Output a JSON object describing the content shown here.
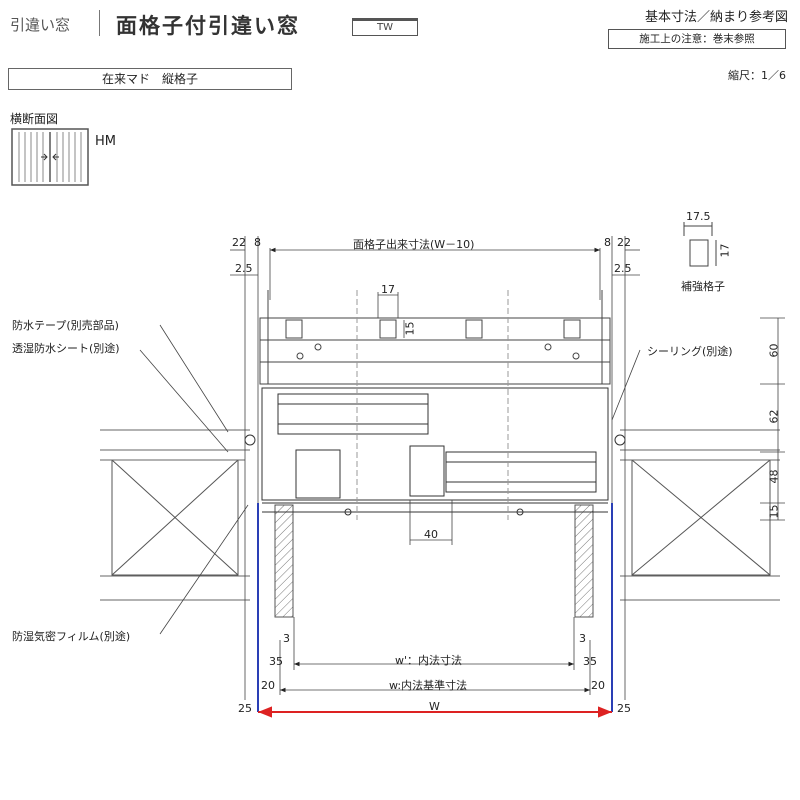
{
  "header": {
    "breadcrumb": "引違い窓",
    "title": "面格子付引違い窓",
    "code": "TW",
    "doc_type": "基本寸法／納まり参考図",
    "note": "施工上の注意：巻末参照",
    "subtitle": "在来マド　縦格子",
    "scale": "縮尺：1／6"
  },
  "section": {
    "label": "横断面図",
    "type": "HM"
  },
  "labels": {
    "waterproof_tape": "防水テープ(別売部品)",
    "moisture_sheet": "透湿防水シート(別途)",
    "sealing": "シーリング(別途)",
    "airtight_film": "防湿気密フィルム(別途)",
    "reinforcing_bar": "補強格子"
  },
  "dimensions": {
    "top_span": "面格子出来寸法(W－10)",
    "left_22": "22",
    "left_8": "8",
    "right_8": "8",
    "right_22": "22",
    "left_2_5": "2.5",
    "right_2_5": "2.5",
    "bar_17": "17",
    "bar_15": "15",
    "rb_17_5": "17.5",
    "rb_17": "17",
    "right_60": "60",
    "right_62": "62",
    "right_48": "48",
    "right_15": "15",
    "center_40": "40",
    "left_3": "3",
    "right_3": "3",
    "left_35": "35",
    "right_35": "35",
    "inner_w_prime": "w'：内法寸法",
    "left_20": "20",
    "right_20": "20",
    "inner_w": "w:内法基準寸法",
    "left_25": "25",
    "right_25": "25",
    "W": "W"
  }
}
